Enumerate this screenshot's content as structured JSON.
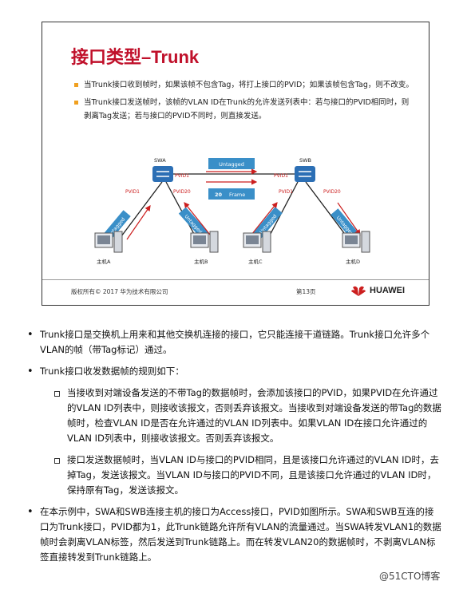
{
  "slide": {
    "title": "接口类型–Trunk",
    "bullets": [
      "当Trunk接口收到帧时，如果该帧不包含Tag，将打上接口的PVID；如果该帧包含Tag，则不改变。",
      "当Trunk接口发送帧时，该帧的VLAN ID在Trunk的允许发送列表中：若与接口的PVID相同时，则剥离Tag发送；若与接口的PVID不同时，则直接发送。"
    ],
    "diagram": {
      "switch_a": "SWA",
      "switch_b": "SWB",
      "pvid1": "PVID1",
      "pvid20": "PVID20",
      "untagged": "Untagged",
      "frame_num": "20",
      "frame_label": "Frame",
      "hosts": [
        "主机A",
        "主机B",
        "主机C",
        "主机D"
      ]
    },
    "footer": {
      "copyright": "版权所有© 2017 华为技术有限公司",
      "page": "第13页",
      "brand": "HUAWEI"
    }
  },
  "notes": {
    "item1": "Trunk接口是交换机上用来和其他交换机连接的接口，它只能连接干道链路。Trunk接口允许多个VLAN的帧（带Tag标记）通过。",
    "item2": "Trunk接口收发数据帧的规则如下：",
    "sub1": "当接收到对端设备发送的不带Tag的数据帧时，会添加该接口的PVID，如果PVID在允许通过的VLAN ID列表中，则接收该报文，否则丢弃该报文。当接收到对端设备发送的带Tag的数据帧时，检查VLAN ID是否在允许通过的VLAN ID列表中。如果VLAN ID在接口允许通过的VLAN ID列表中，则接收该报文。否则丢弃该报文。",
    "sub2": "接口发送数据帧时，当VLAN ID与接口的PVID相同，且是该接口允许通过的VLAN ID时，去掉Tag，发送该报文。当VLAN ID与接口的PVID不同，且是该接口允许通过的VLAN ID时，保持原有Tag，发送该报文。",
    "item3": "在本示例中，SWA和SWB连接主机的接口为Access接口，PVID如图所示。SWA和SWB互连的接口为Trunk接口，PVID都为1，此Trunk链路允许所有VLAN的流量通过。当SWA转发VLAN1的数据帧时会剥离VLAN标签，然后发送到Trunk链路上。而在转发VLAN20的数据帧时，不剥离VLAN标签直接转发到Trunk链路上。"
  },
  "watermark": "@51CTO博客",
  "colors": {
    "accent": "#c0102a",
    "switch": "#2c6fb5",
    "tag": "#3a8fc8",
    "arrow": "#cc1f1f"
  }
}
